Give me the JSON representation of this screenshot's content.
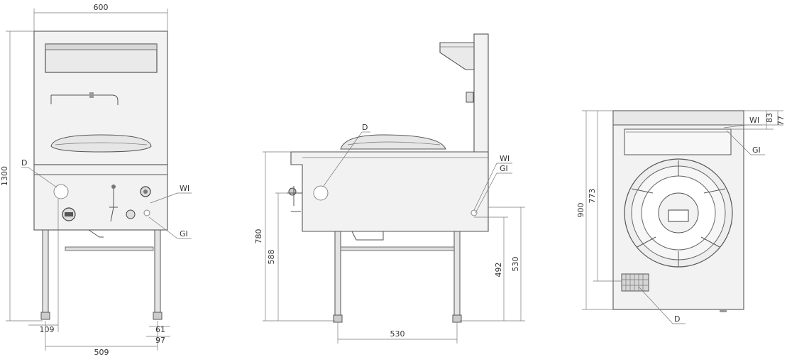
{
  "front_view": {
    "dims": {
      "width_top": "600",
      "height_total": "1300",
      "left_offset": "109",
      "leg_span": "509",
      "right_offset_a": "61",
      "right_offset_b": "97"
    },
    "labels": {
      "drain": "D",
      "water_inlet": "WI",
      "gas_inlet": "GI"
    }
  },
  "side_view": {
    "dims": {
      "height_780": "780",
      "height_588": "588",
      "height_492": "492",
      "height_530": "530",
      "leg_depth": "530"
    },
    "labels": {
      "drain": "D",
      "water_inlet": "WI",
      "gas_inlet": "GI"
    }
  },
  "top_view": {
    "dims": {
      "depth_900": "900",
      "depth_773": "773",
      "offset_83": "83",
      "offset_77": "77"
    },
    "labels": {
      "water_inlet": "WI",
      "gas_inlet": "GI",
      "drain": "D"
    }
  }
}
